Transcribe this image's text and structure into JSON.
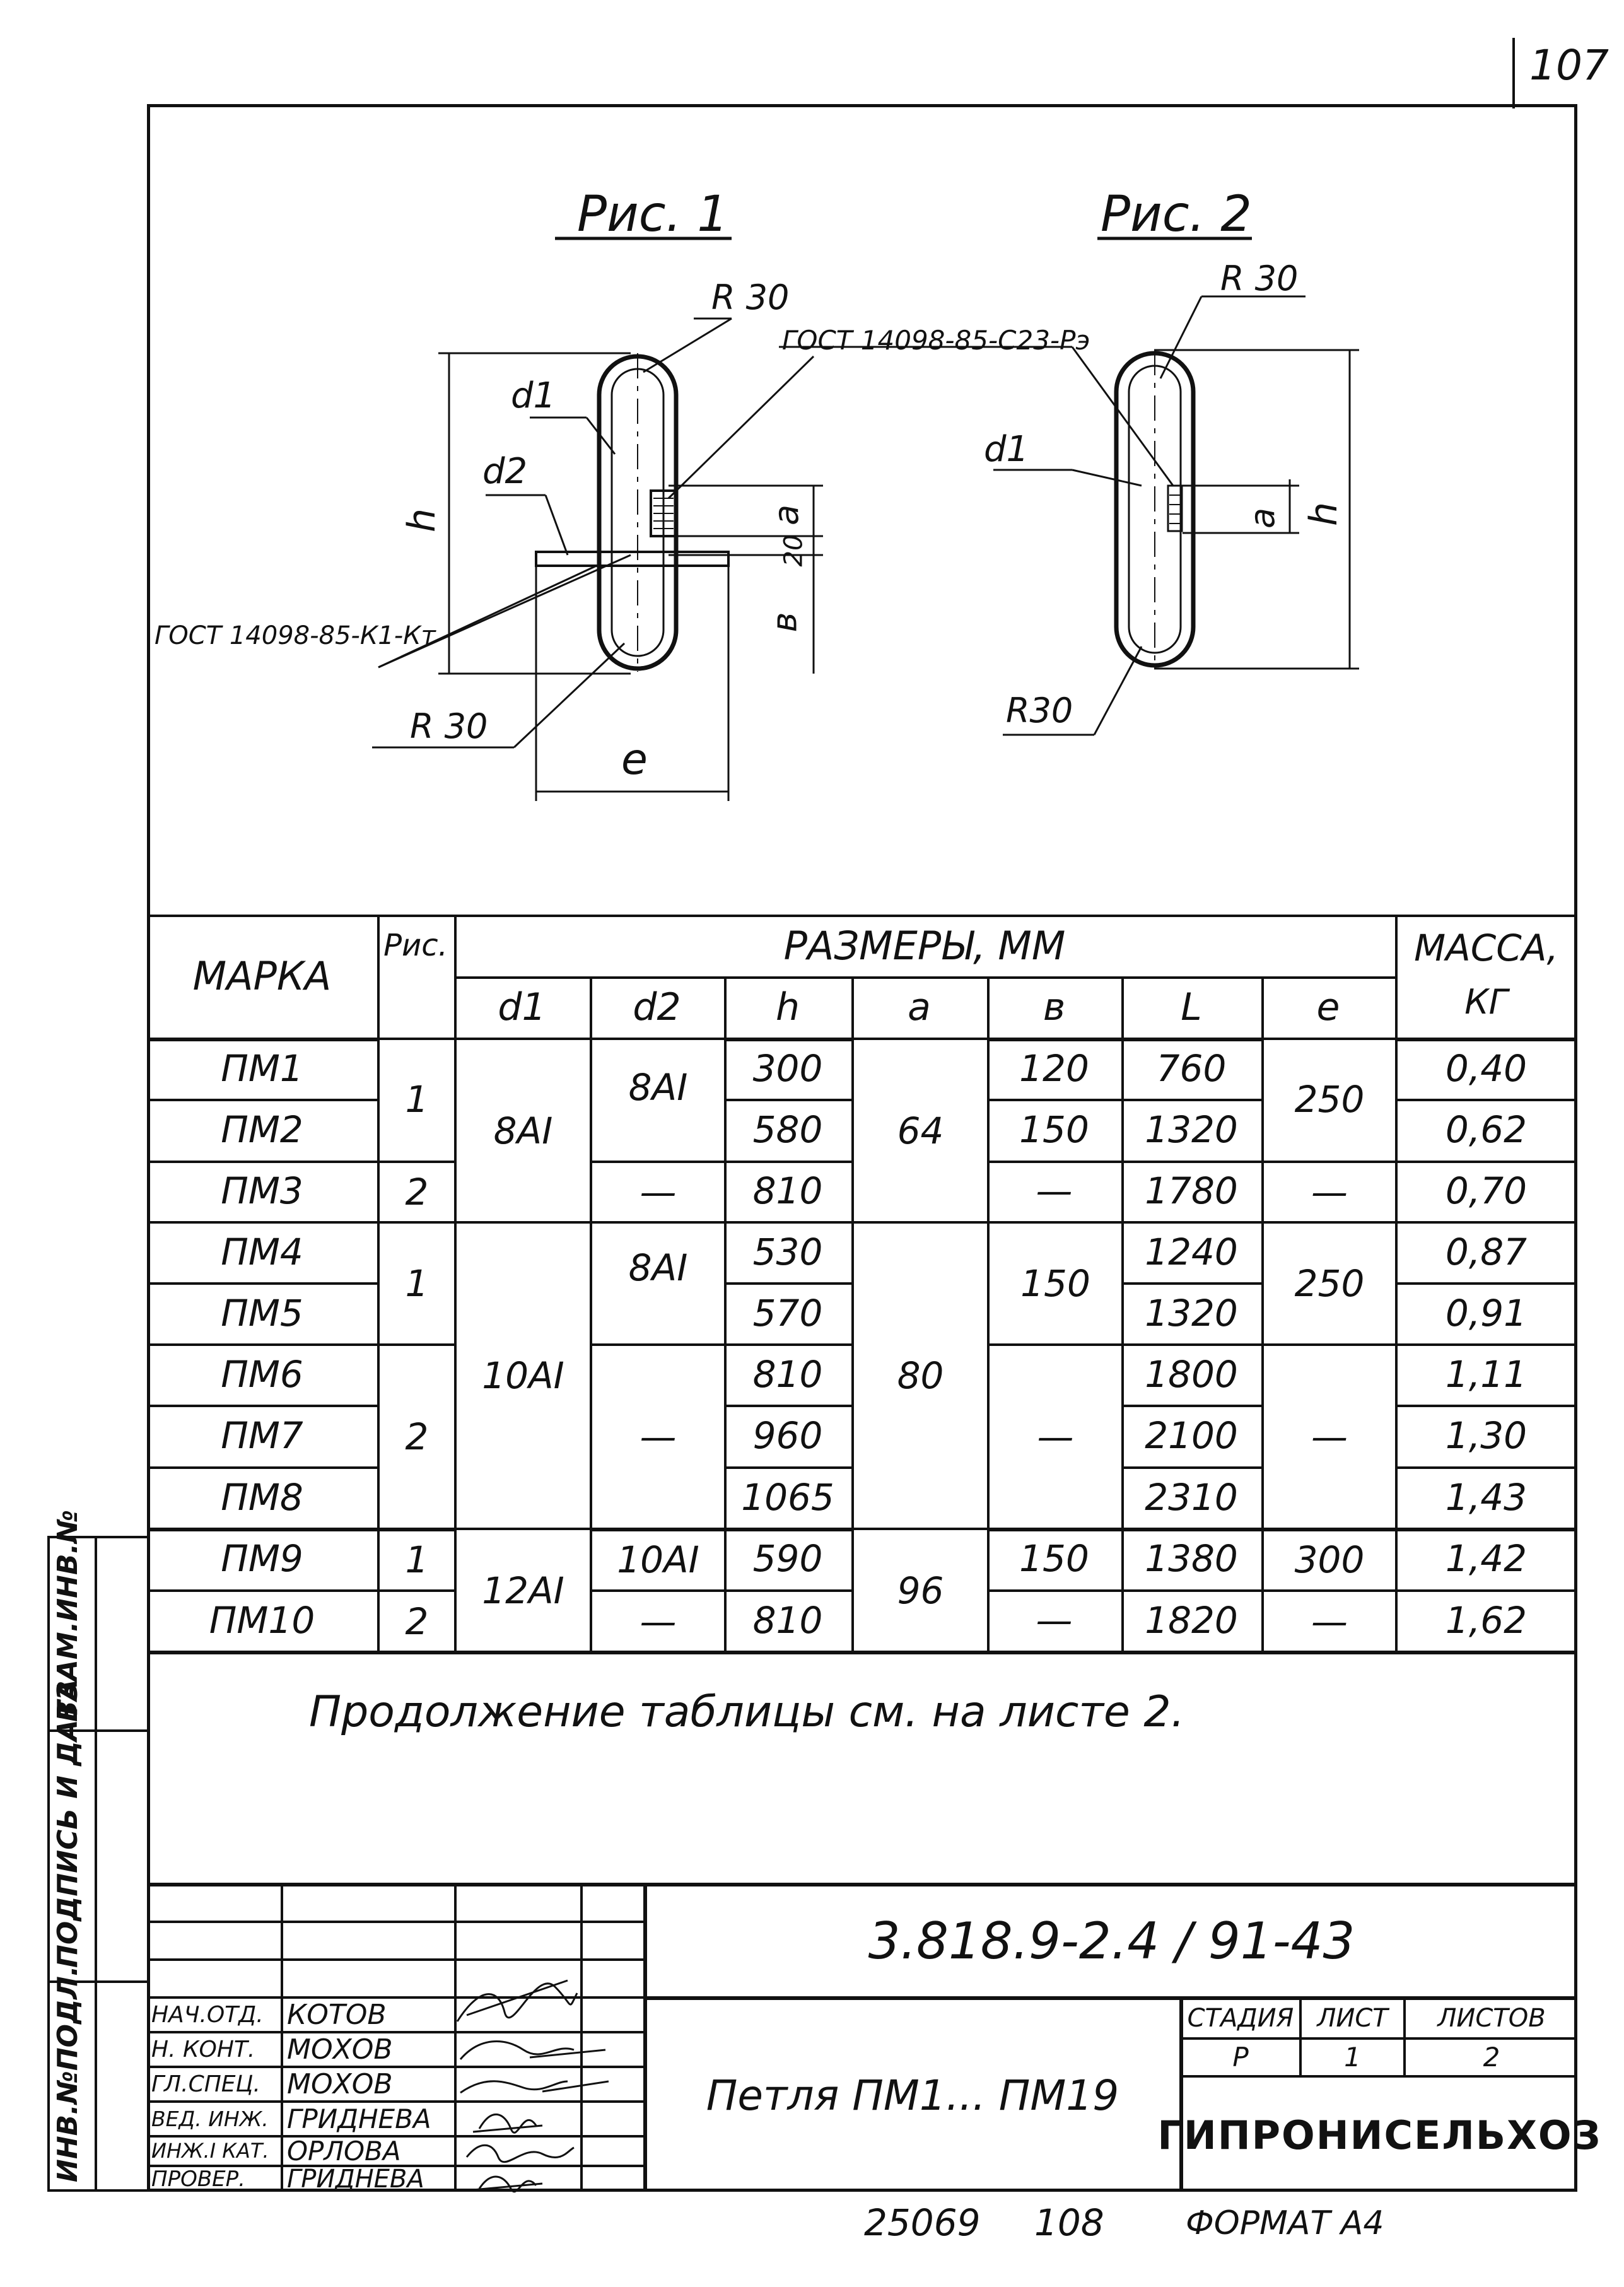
{
  "page_number": "107",
  "figures": {
    "fig1_title": "Рис. 1",
    "fig2_title": "Рис. 2",
    "fig1": {
      "r30_top": "R 30",
      "gost_top": "ГОСТ 14098-85-С23-Рэ",
      "d1": "d1",
      "d2": "d2",
      "h": "h",
      "a": "a",
      "dim20": "20",
      "b": "в",
      "gost_left": "ГОСТ 14098-85-К1-Кт",
      "r30_bottom": "R 30",
      "e": "e"
    },
    "fig2": {
      "r30_top": "R 30",
      "d1": "d1",
      "a": "a",
      "h": "h",
      "r30_bottom": "R30"
    }
  },
  "table": {
    "header": {
      "mark": "МАРКА",
      "fig": "Рис.",
      "sizes": "РАЗМЕРЫ, ММ",
      "mass": "МАССА,",
      "mass_unit": "КГ",
      "d1": "d1",
      "d2": "d2",
      "h": "h",
      "a": "a",
      "b": "в",
      "L": "L",
      "e": "e"
    },
    "rows": [
      {
        "mark": "ПМ1",
        "h": "300",
        "b": "120",
        "L": "760",
        "mass": "0,40"
      },
      {
        "mark": "ПМ2",
        "h": "580",
        "b": "150",
        "L": "1320",
        "mass": "0,62"
      },
      {
        "mark": "ПМ3",
        "h": "810",
        "b": "—",
        "L": "1780",
        "mass": "0,70"
      },
      {
        "mark": "ПМ4",
        "h": "530",
        "L": "1240",
        "mass": "0,87"
      },
      {
        "mark": "ПМ5",
        "h": "570",
        "L": "1320",
        "mass": "0,91"
      },
      {
        "mark": "ПМ6",
        "h": "810",
        "L": "1800",
        "mass": "1,11"
      },
      {
        "mark": "ПМ7",
        "h": "960",
        "L": "2100",
        "mass": "1,30"
      },
      {
        "mark": "ПМ8",
        "h": "1065",
        "L": "2310",
        "mass": "1,43"
      },
      {
        "mark": "ПМ9",
        "h": "590",
        "b": "150",
        "L": "1380",
        "mass": "1,42"
      },
      {
        "mark": "ПМ10",
        "h": "810",
        "b": "—",
        "L": "1820",
        "mass": "1,62"
      }
    ],
    "merged": {
      "fig_1_2": "1",
      "fig_3": "2",
      "fig_4_5": "1",
      "fig_6_8": "2",
      "fig_9": "1",
      "fig_10": "2",
      "d1_1_3": "8AI",
      "d1_4_8": "10AI",
      "d1_9_10": "12AI",
      "d2_1_2": "8AI",
      "d2_3": "—",
      "d2_4_5": "8AI",
      "d2_6_8": "—",
      "d2_9": "10AI",
      "d2_10": "—",
      "a_1_3": "64",
      "a_4_8": "80",
      "a_9_10": "96",
      "b_4_5": "150",
      "b_6_8": "—",
      "e_1_2": "250",
      "e_3": "—",
      "e_4_5": "250",
      "e_6_8": "—",
      "e_9": "300",
      "e_10": "—"
    }
  },
  "note": "Продолжение таблицы см. на листе 2.",
  "title_block": {
    "doc_code": "3.818.9-2.4 / 91-43",
    "title": "Петля ПМ1... ПМ19",
    "stage_label": "СТАДИЯ",
    "sheet_label": "ЛИСТ",
    "sheets_label": "ЛИСТОВ",
    "stage": "Р",
    "sheet": "1",
    "sheets": "2",
    "org": "ГИПРОНИСЕЛЬХОЗ",
    "people": [
      {
        "role": "НАЧ.ОТД.",
        "name": "КОТОВ"
      },
      {
        "role": "Н. КОНТ.",
        "name": "МОХОВ"
      },
      {
        "role": "ГЛ.СПЕЦ.",
        "name": "МОХОВ"
      },
      {
        "role": "ВЕД. ИНЖ.",
        "name": "ГРИДНЕВА"
      },
      {
        "role": "ИНЖ.I КАТ.",
        "name": "ОРЛОВА"
      },
      {
        "role": "ПРОВЕР.",
        "name": "ГРИДНЕВА"
      }
    ]
  },
  "side_labels": {
    "vzam": "ВЗАМ.ИНВ.№",
    "podpis": "ПОДПИСЬ И ДАТА",
    "inv": "ИНВ.№ПОДЛ."
  },
  "footer": {
    "num1": "25069",
    "num2": "108",
    "format": "ФОРМАТ А4"
  }
}
